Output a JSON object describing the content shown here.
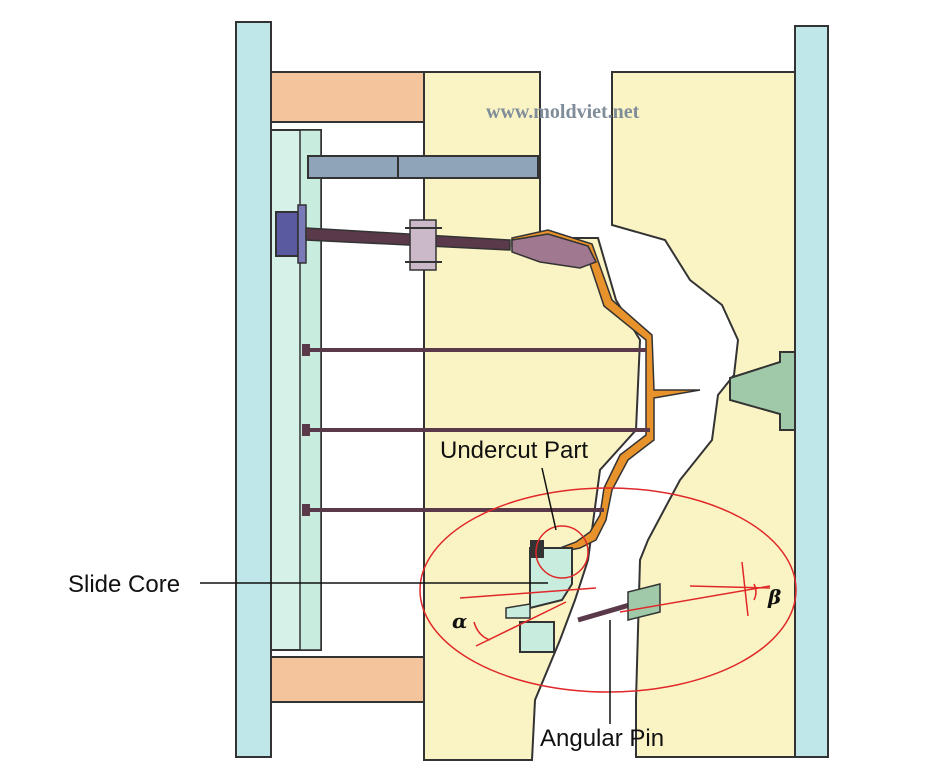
{
  "watermark": "www.moldviet.net",
  "labels": {
    "undercut_part": "Undercut Part",
    "slide_core": "Slide Core",
    "angular_pin": "Angular Pin"
  },
  "angles": {
    "alpha": "α",
    "beta": "β"
  },
  "colors": {
    "clamp_plate": "#bfe6e8",
    "plate_yellow": "#faf4c4",
    "spacer_orange": "#f4c49c",
    "ejector_plate": "#d6f2e8",
    "plastic_part": "#e8922c",
    "annotation_red": "#e02828",
    "pin_dark": "#5a3a4a"
  }
}
